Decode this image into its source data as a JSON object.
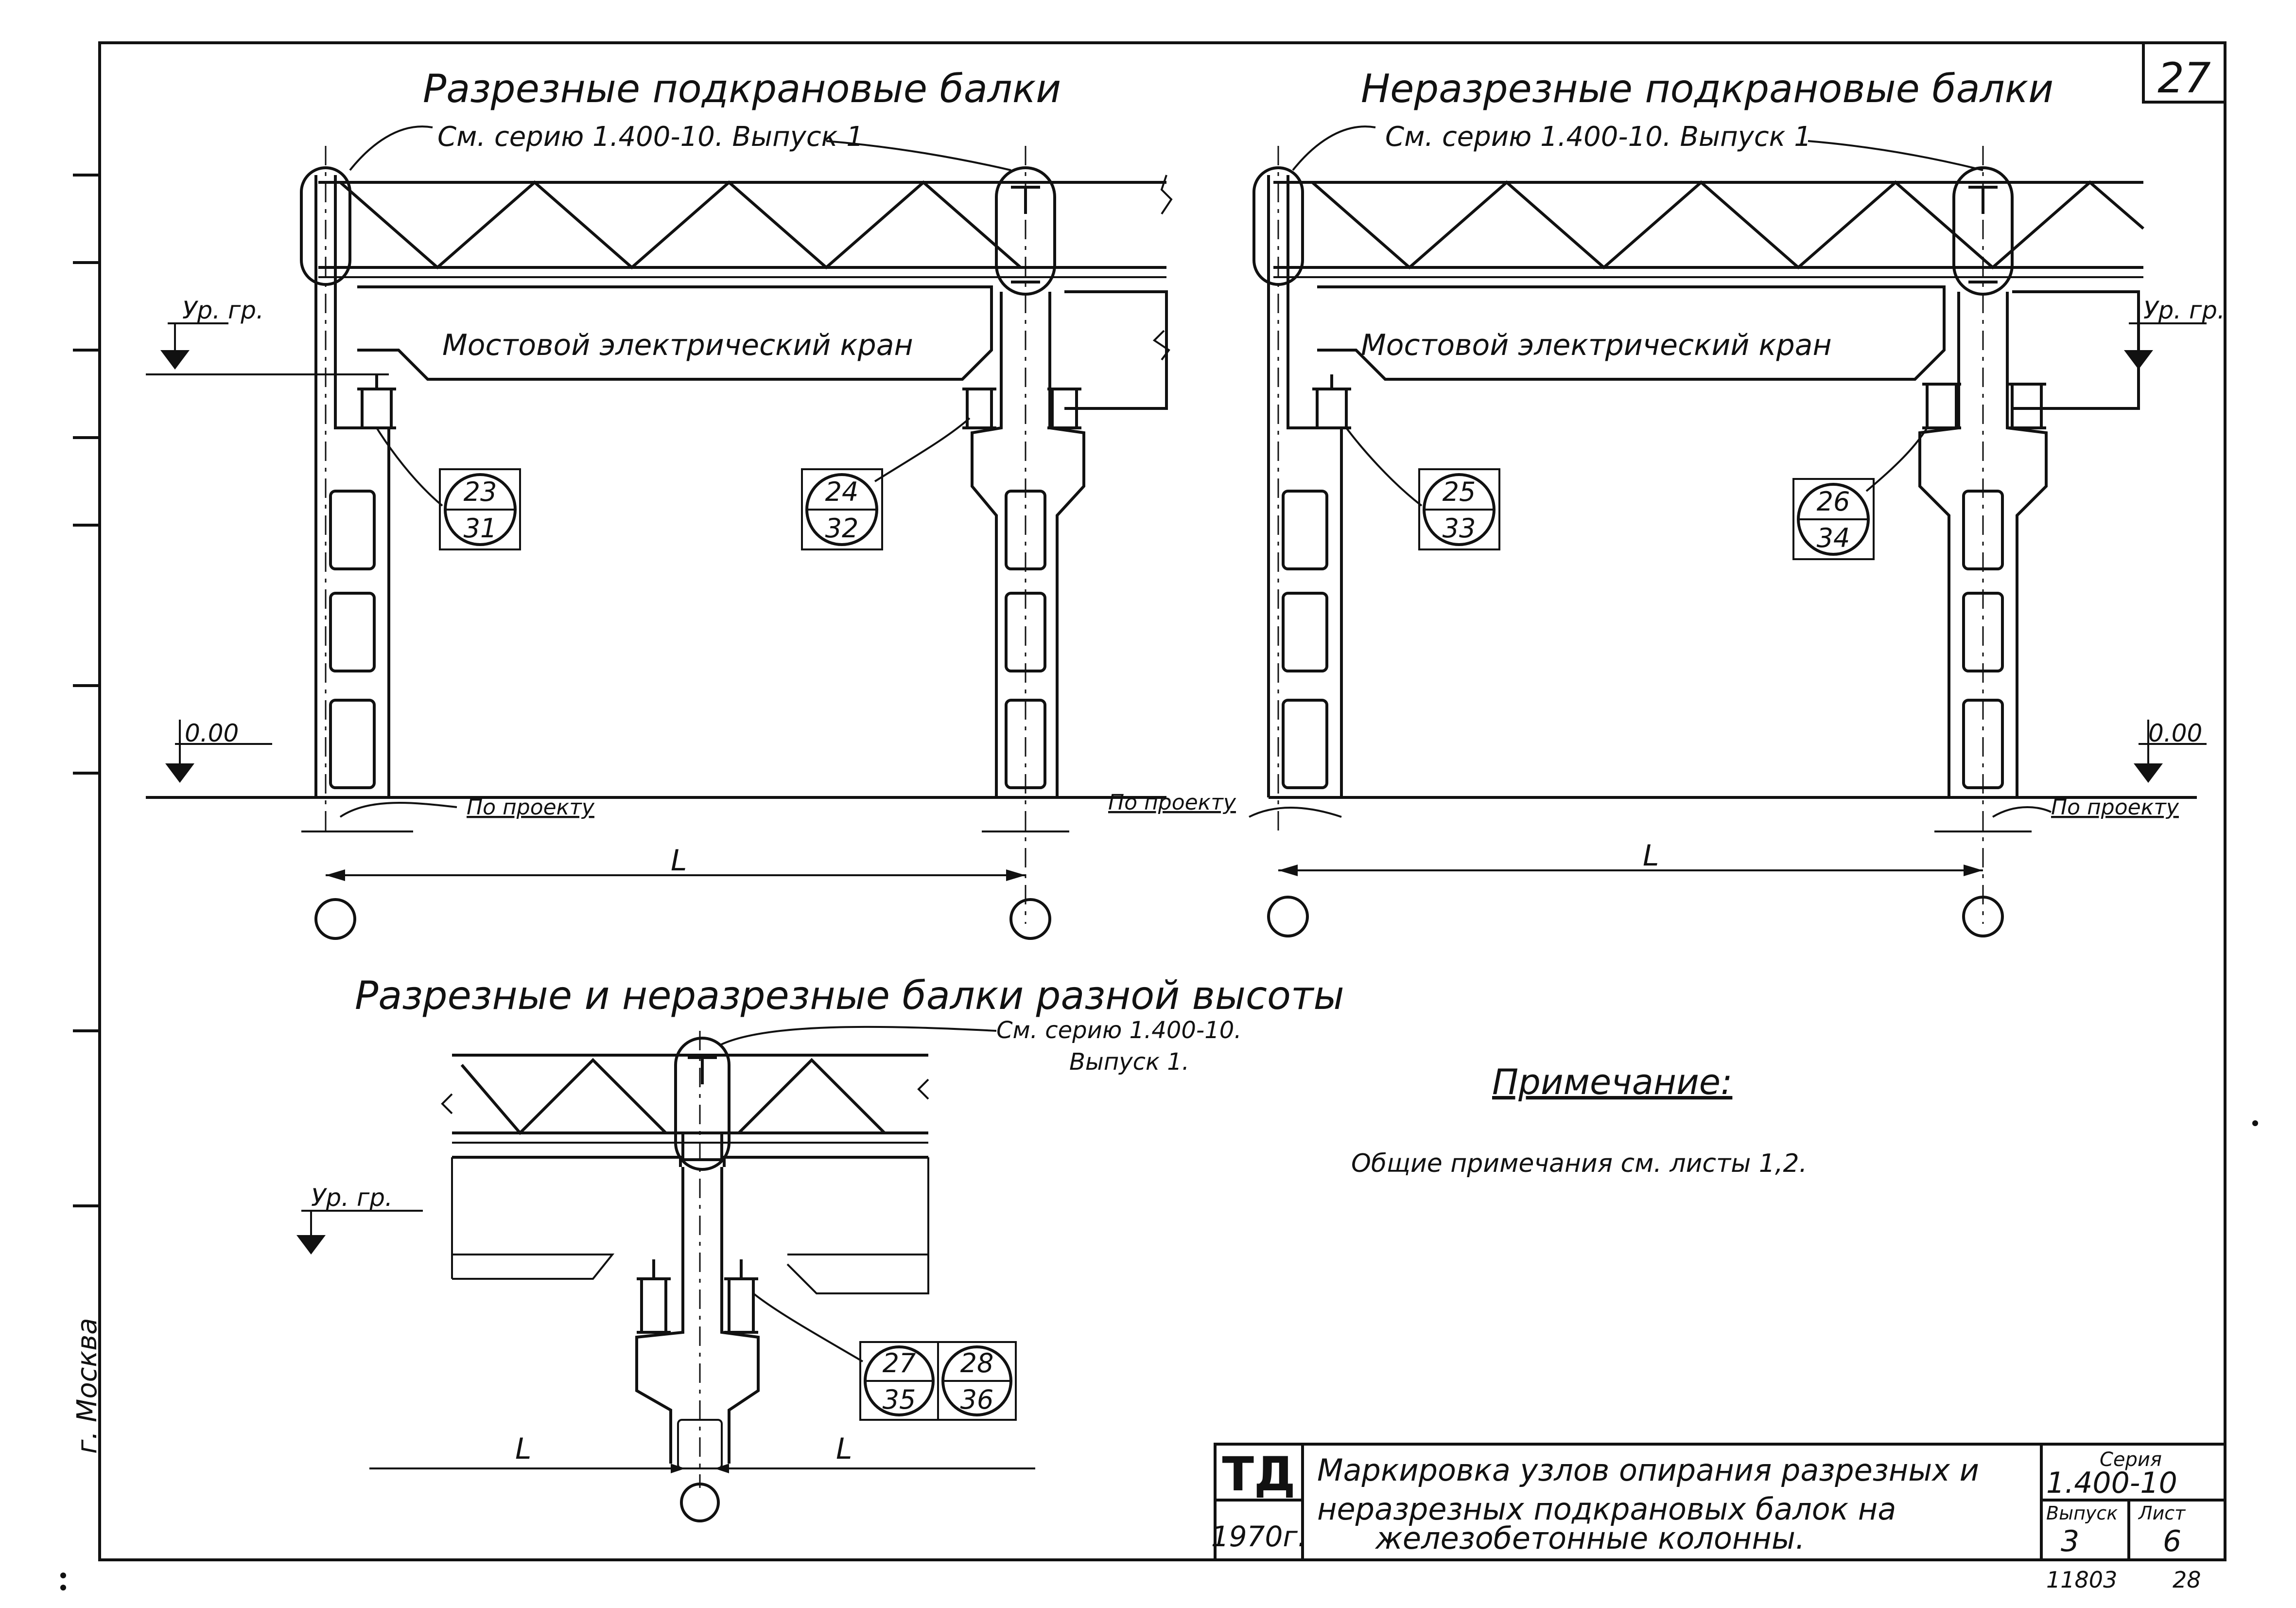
{
  "sheet_number": "27",
  "left_section": {
    "title": "Разрезные подкрановые балки",
    "series_ref": "См. серию 1.400-10. Выпуск 1",
    "crane_label": "Мостовой электрический кран",
    "level_crane": "Ур. гр.",
    "level_zero": "0.00",
    "span_label": "L",
    "project_note": "По проекту",
    "nodes": [
      {
        "top": "23",
        "bottom": "31"
      },
      {
        "top": "24",
        "bottom": "32"
      }
    ]
  },
  "right_section": {
    "title": "Неразрезные подкрановые балки",
    "series_ref": "См. серию 1.400-10. Выпуск 1",
    "crane_label": "Мостовой электрический кран",
    "level_crane": "Ур. гр.",
    "level_zero": "0.00",
    "span_label": "L",
    "project_note_a": "По проекту",
    "project_note_b": "По проекту",
    "nodes": [
      {
        "top": "25",
        "bottom": "33"
      },
      {
        "top": "26",
        "bottom": "34"
      }
    ]
  },
  "bottom_section": {
    "title": "Разрезные и неразрезные балки разной высоты",
    "series_ref_line1": "См. серию 1.400-10.",
    "series_ref_line2": "Выпуск 1.",
    "level_crane": "Ур. гр.",
    "span_left": "L",
    "span_right": "L",
    "nodes": [
      {
        "top": "27",
        "bottom": "35"
      },
      {
        "top": "28",
        "bottom": "36"
      }
    ]
  },
  "note": {
    "heading": "Примечание:",
    "text": "Общие примечания см. листы 1,2."
  },
  "side_text": "г. Москва",
  "title_block": {
    "org": "ТД",
    "year": "1970г.",
    "title_line1": "Маркировка узлов опирания разрезных и",
    "title_line2": "неразрезных подкрановых балок на",
    "title_line3": "железобетонные колонны.",
    "series_label": "Серия",
    "series_value": "1.400-10",
    "issue_label": "Выпуск",
    "issue_value": "3",
    "sheet_label": "Лист",
    "sheet_value": "6",
    "footer_code": "11803",
    "footer_num": "28"
  }
}
